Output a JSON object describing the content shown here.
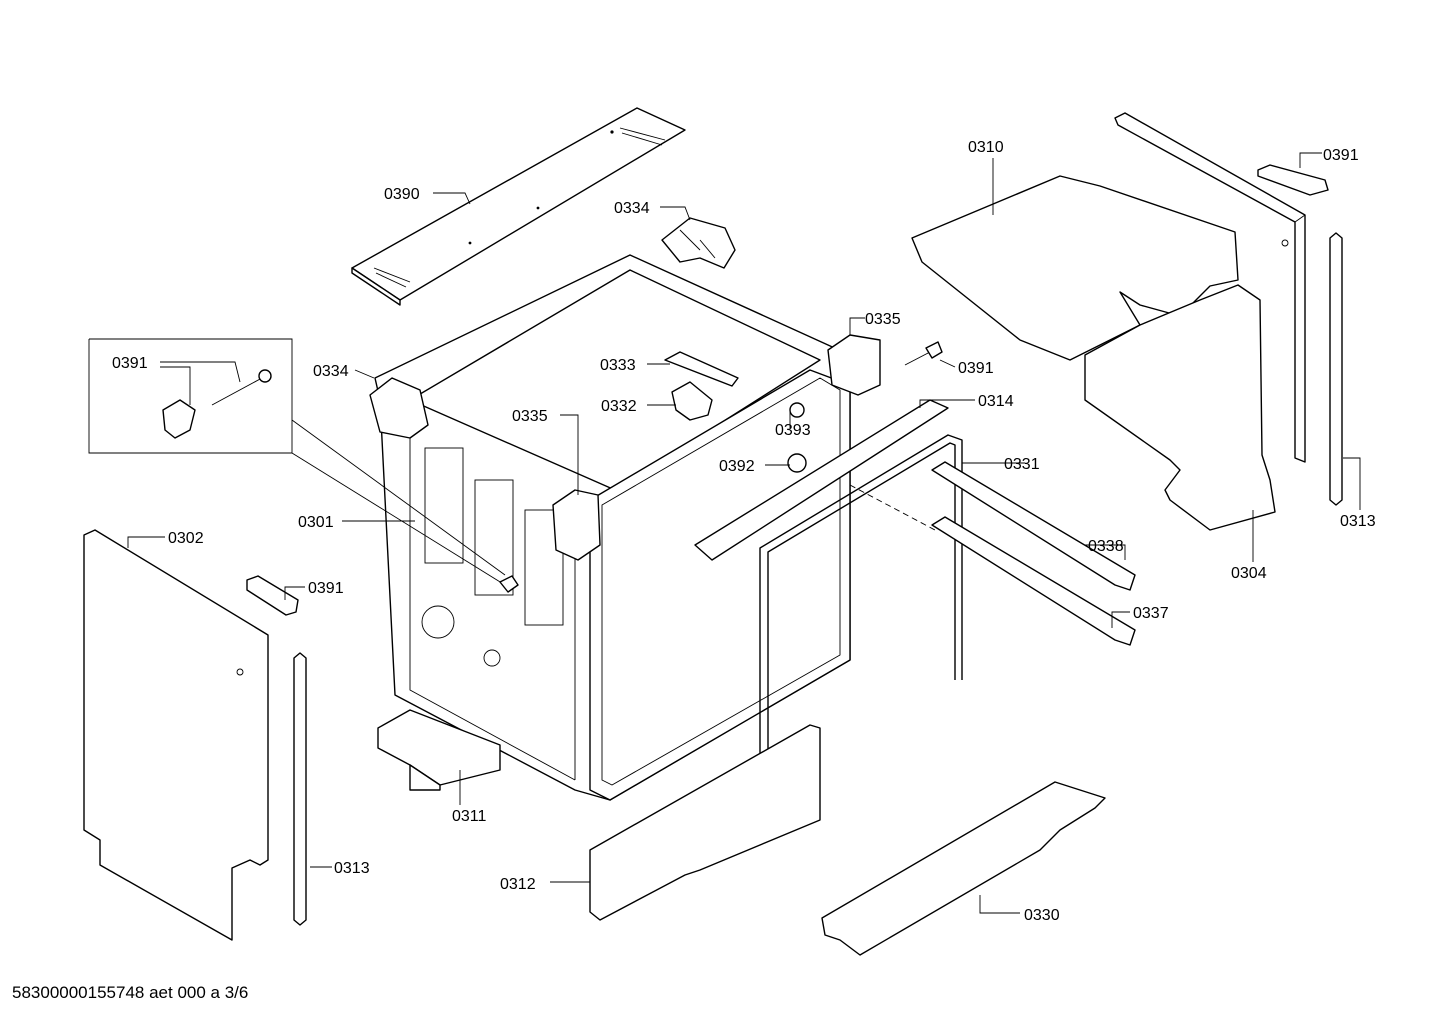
{
  "labels": {
    "p0390": "0390",
    "p0334_top": "0334",
    "p0310": "0310",
    "p0391_topright": "0391",
    "p0391_inset": "0391",
    "p0334_left": "0334",
    "p0333": "0333",
    "p0335_right": "0335",
    "p0391_mid": "0391",
    "p0332": "0332",
    "p0335_left": "0335",
    "p0314": "0314",
    "p0393": "0393",
    "p0392": "0392",
    "p0331": "0331",
    "p0301": "0301",
    "p0302": "0302",
    "p0391_left": "0391",
    "p0338": "0338",
    "p0337": "0337",
    "p0304": "0304",
    "p0313_right": "0313",
    "p0311": "0311",
    "p0313_left": "0313",
    "p0312": "0312",
    "p0330": "0330"
  },
  "footer": "58300000155748 aet 000 a 3/6"
}
